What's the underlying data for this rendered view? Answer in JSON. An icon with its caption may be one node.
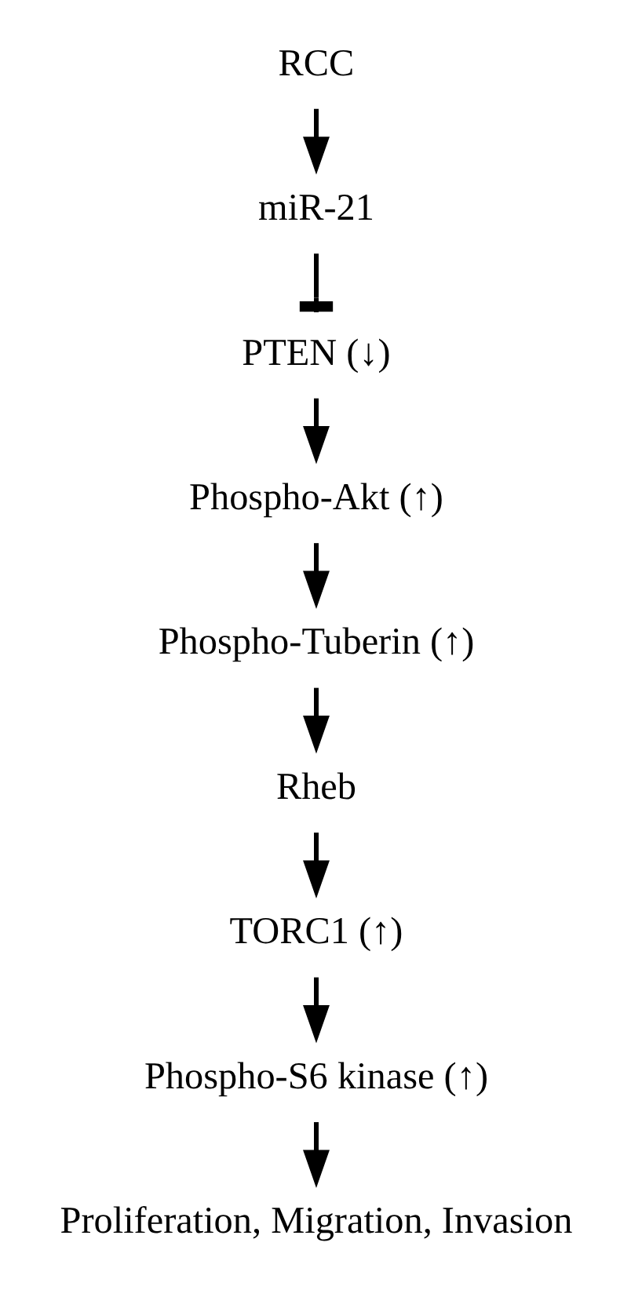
{
  "diagram": {
    "nodes": [
      {
        "text": [
          "RCC"
        ]
      },
      {
        "text": [
          "miR-21"
        ]
      },
      {
        "text": [
          "PTEN (↓)"
        ]
      },
      {
        "text": [
          "Phospho-Akt (↑)"
        ]
      },
      {
        "text": [
          "Phospho-Tuberin (↑)"
        ]
      },
      {
        "text": [
          "Rheb"
        ]
      },
      {
        "text": [
          "TORC1 (↑)"
        ]
      },
      {
        "text": [
          "Phospho-S6 kinase (↑)"
        ]
      },
      {
        "text": [
          "Proliferation, Migration, Invasion"
        ]
      }
    ],
    "edges": [
      {
        "from": 0,
        "to": 1,
        "arrow": "to"
      },
      {
        "from": 1,
        "to": 2,
        "arrow": "other"
      },
      {
        "from": 2,
        "to": 3,
        "arrow": "to"
      },
      {
        "from": 3,
        "to": 4,
        "arrow": "to"
      },
      {
        "from": 4,
        "to": 5,
        "arrow": "to"
      },
      {
        "from": 5,
        "to": 6,
        "arrow": "to"
      },
      {
        "from": 6,
        "to": 7,
        "arrow": "to"
      },
      {
        "from": 7,
        "to": 8,
        "arrow": "to"
      }
    ]
  }
}
